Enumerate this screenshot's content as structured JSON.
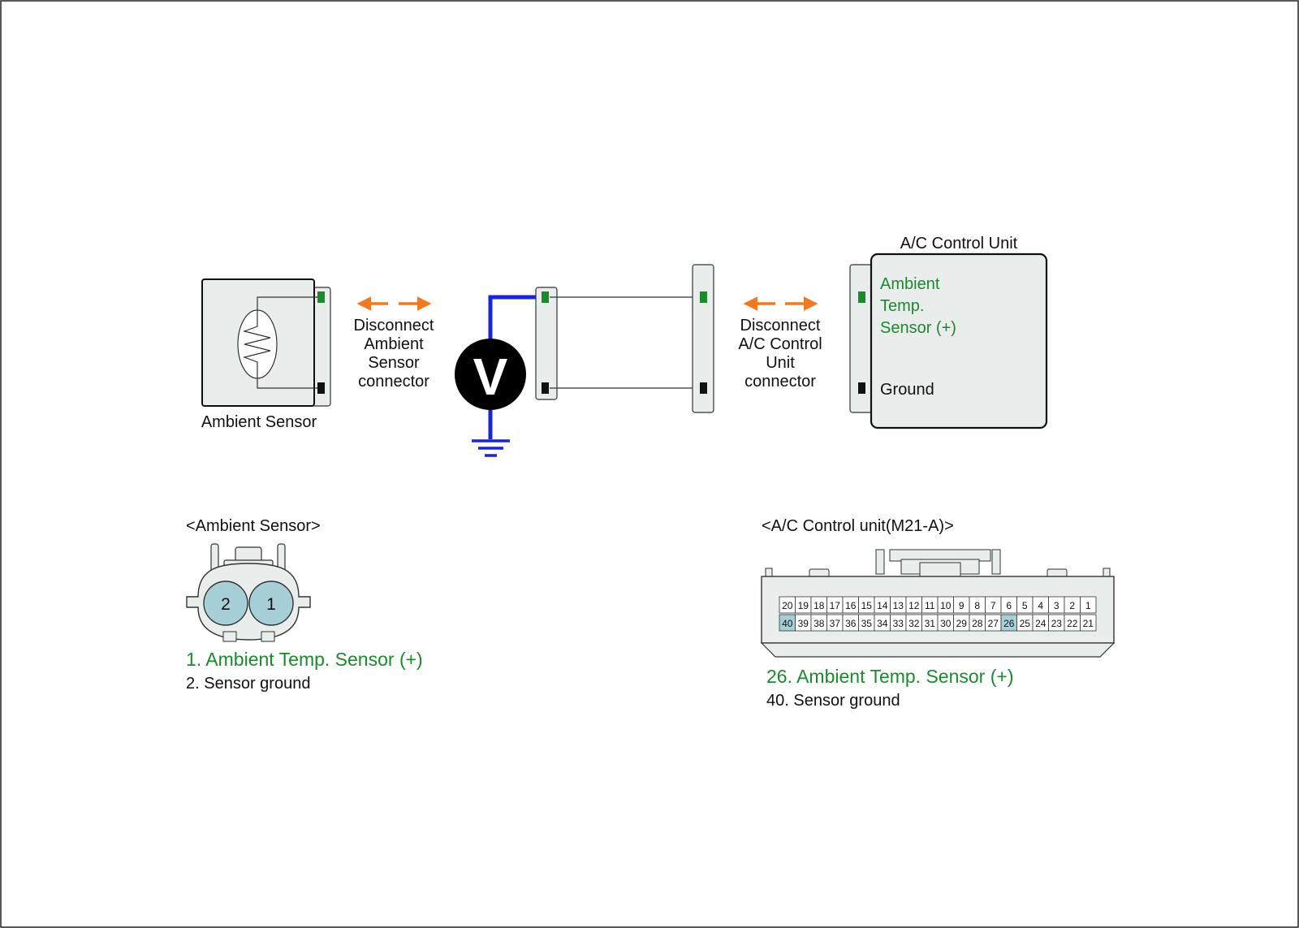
{
  "colors": {
    "green": "#1b8a2b",
    "orange": "#f07a22",
    "blue": "#1a24d8",
    "panel": "#e9eeed",
    "pin_highlight": "#a7cfd8",
    "text": "#111111"
  },
  "schematic": {
    "ambient_sensor_label": "Ambient Sensor",
    "disconnect_sensor": [
      "Disconnect",
      "Ambient",
      "Sensor",
      "connector"
    ],
    "meter_symbol": "V",
    "disconnect_ac": [
      "Disconnect",
      "A/C Control",
      "Unit",
      "connector"
    ],
    "ac_unit_title": "A/C Control Unit",
    "ac_unit_pin_signal": [
      "Ambient",
      "Temp.",
      "Sensor (+)"
    ],
    "ac_unit_pin_ground": "Ground"
  },
  "ambient_connector": {
    "title": "<Ambient Sensor>",
    "pins": [
      "2",
      "1"
    ],
    "legend_signal": "1. Ambient Temp. Sensor (+)",
    "legend_ground": "2. Sensor ground"
  },
  "ac_connector": {
    "title": "<A/C Control unit(M21-A)>",
    "top_row": [
      "20",
      "19",
      "18",
      "17",
      "16",
      "15",
      "14",
      "13",
      "12",
      "11",
      "10",
      "9",
      "8",
      "7",
      "6",
      "5",
      "4",
      "3",
      "2",
      "1"
    ],
    "bottom_row": [
      "40",
      "39",
      "38",
      "37",
      "36",
      "35",
      "34",
      "33",
      "32",
      "31",
      "30",
      "29",
      "28",
      "27",
      "26",
      "25",
      "24",
      "23",
      "22",
      "21"
    ],
    "highlighted_pins": [
      "40",
      "26"
    ],
    "legend_signal": "26. Ambient Temp. Sensor (+)",
    "legend_ground": "40. Sensor ground"
  }
}
